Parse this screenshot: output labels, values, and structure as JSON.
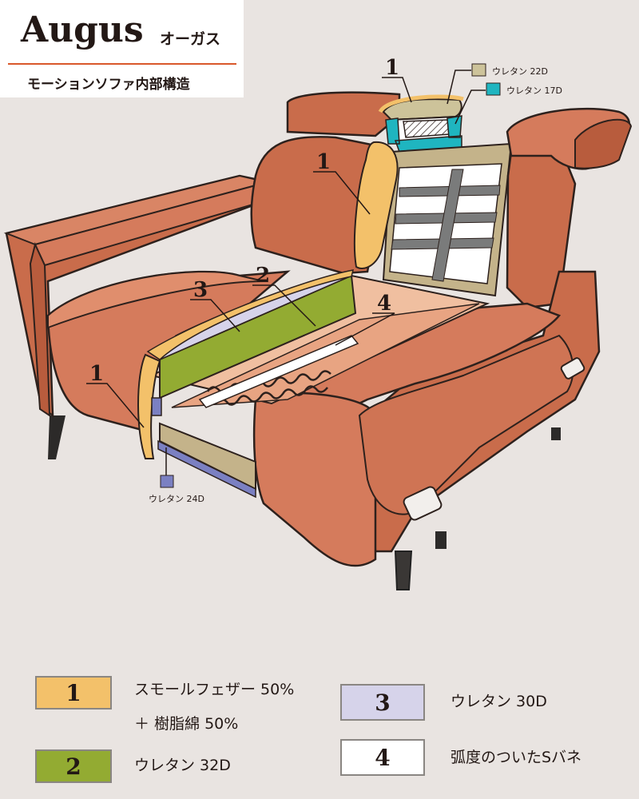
{
  "header": {
    "brand": "Augus",
    "brand_kana": "オーガス",
    "subtitle": "モーションソファ内部構造"
  },
  "diagram": {
    "callouts": {
      "headrest": "1",
      "backrest": "1",
      "seat_layer_2": "2",
      "seat_layer_3": "3",
      "springs": "4",
      "arm": "1"
    },
    "small_labels": {
      "urethane_22d": "ウレタン 22D",
      "urethane_17d": "ウレタン 17D",
      "urethane_24d": "ウレタン 24D"
    },
    "small_colors": {
      "urethane_22d": "#cdc39a",
      "urethane_17d": "#1fb5c0",
      "urethane_24d": "#7b80c2"
    }
  },
  "legend": [
    {
      "number": "1",
      "line1": "スモールフェザー 50%",
      "line2": "＋ 樹脂綿 50%",
      "color": "#f3c16a"
    },
    {
      "number": "2",
      "line1": "ウレタン 32D",
      "color": "#93ab32"
    },
    {
      "number": "3",
      "line1": "ウレタン 30D",
      "color": "#d6d3ea"
    },
    {
      "number": "4",
      "line1": "弧度のついたSバネ",
      "color": "#ffffff"
    }
  ]
}
